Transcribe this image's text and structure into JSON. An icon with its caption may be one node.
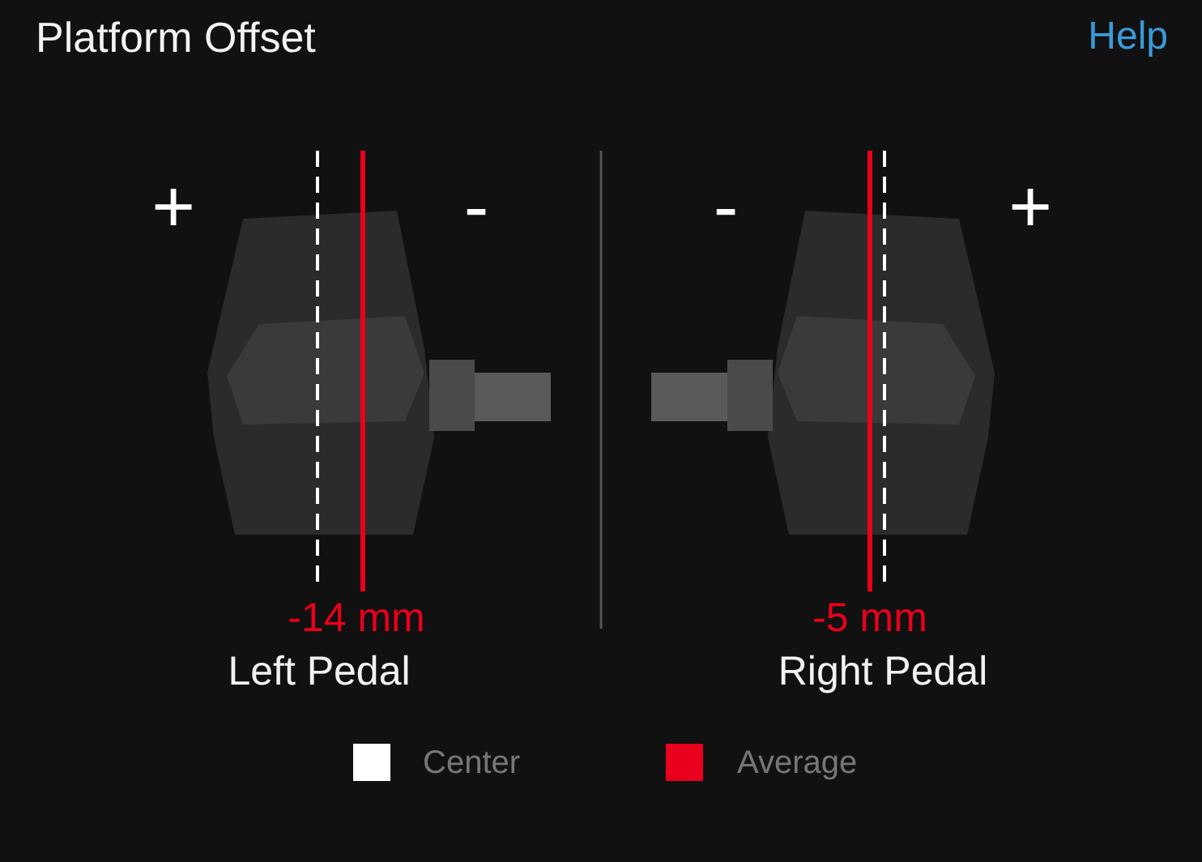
{
  "diagram": {
    "title": "Platform Offset",
    "labels": [
      "Help",
      "+",
      "-",
      "-",
      "+",
      "-14 mm",
      "-5 mm",
      "Left Pedal",
      "Right Pedal"
    ],
    "legend": [
      {
        "text": "Center",
        "color": "#ffffff"
      },
      {
        "text": "Average",
        "color": "#e8001c"
      }
    ]
  }
}
